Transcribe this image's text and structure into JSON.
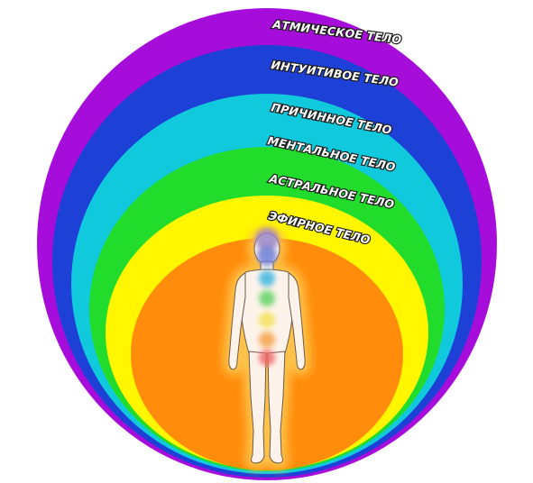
{
  "diagram": {
    "layers": [
      {
        "id": "atmic",
        "label": "АТМИЧЕСКОЕ ТЕЛО",
        "color": "#a60ddb"
      },
      {
        "id": "intuitive",
        "label": "ИНТУИТИВОЕ ТЕЛО",
        "color": "#1d40d6"
      },
      {
        "id": "causal",
        "label": "ПРИЧИННОЕ ТЕЛО",
        "color": "#10c9dc"
      },
      {
        "id": "mental",
        "label": "МЕНТАЛЬНОЕ ТЕЛО",
        "color": "#22dc2c"
      },
      {
        "id": "astral",
        "label": "АСТРАЛЬНОЕ ТЕЛО",
        "color": "#fff600"
      },
      {
        "id": "etheric",
        "label": "ЭФИРНОЕ ТЕЛО",
        "color": "#ff8c0a"
      }
    ],
    "figure": {
      "aura_color": "#ffc24a",
      "skin_color": "#fdf3ea",
      "outline_color": "#6b5a4a"
    },
    "chakras": [
      {
        "id": "crown",
        "color": "#9a86c8"
      },
      {
        "id": "third-eye",
        "color": "#6f7fd8"
      },
      {
        "id": "throat",
        "color": "#3fb8e0"
      },
      {
        "id": "heart",
        "color": "#66d46a"
      },
      {
        "id": "solar-plexus",
        "color": "#f3e25a"
      },
      {
        "id": "sacral",
        "color": "#f6a24a"
      },
      {
        "id": "root",
        "color": "#ef6a6a"
      }
    ]
  }
}
